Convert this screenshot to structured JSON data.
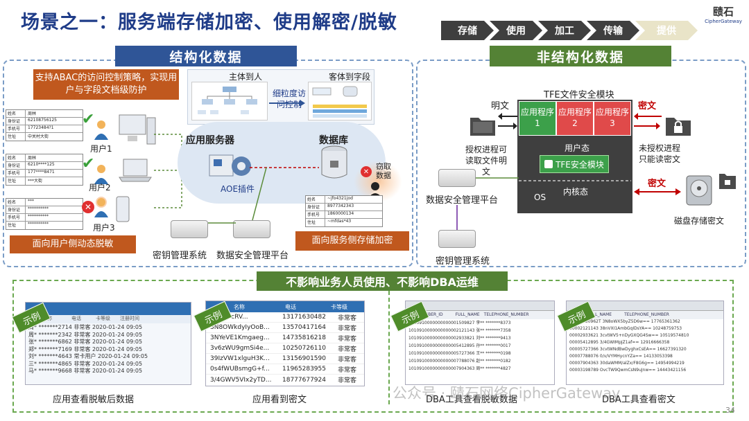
{
  "title": "场景之一：服务端存储加密、使用解密/脱敏",
  "logo": {
    "cn": "赜石",
    "en": "CipherGateway"
  },
  "flow_steps": [
    {
      "label": "存储",
      "color": "#3f3f3f"
    },
    {
      "label": "使用",
      "color": "#3f3f3f"
    },
    {
      "label": "加工",
      "color": "#3f3f3f"
    },
    {
      "label": "传输",
      "color": "#3f3f3f"
    },
    {
      "label": "提供",
      "color": "#e9e4c8"
    }
  ],
  "structured": {
    "heading": "结构化数据",
    "abac_note": "支持ABAC的访问控制策略，实现用户与字段文档级防护",
    "subject_to_person": "主体到人",
    "object_to_field": "客体到字段",
    "fine_grained": "细粒度访问控制",
    "app_server": "应用服务器",
    "database": "数据库",
    "aoe_plugin": "AOE插件",
    "steal_data": "窃取数据",
    "key_mgmt": "密钥管理系统",
    "data_sec_platform": "数据安全管理平台",
    "user_side": "面向用户侧动态脱敏",
    "server_side": "面向服务侧存储加密",
    "users": [
      {
        "label": "用户1",
        "rows": [
          [
            "姓名",
            "周林"
          ],
          [
            "身份证",
            "62108756125"
          ],
          [
            "手机号",
            "17723484?1"
          ],
          [
            "住址",
            "中关村大街"
          ]
        ]
      },
      {
        "label": "用户2",
        "rows": [
          [
            "姓名",
            "周林"
          ],
          [
            "身份证",
            "6210****125"
          ],
          [
            "手机号",
            "177****8471"
          ],
          [
            "住址",
            "***大街"
          ]
        ]
      },
      {
        "label": "用户3",
        "rows": [
          [
            "姓名",
            "***"
          ],
          [
            "身份证",
            "**********"
          ],
          [
            "手机号",
            "**********"
          ],
          [
            "住址",
            "**********"
          ]
        ]
      }
    ],
    "db_rows": [
      [
        "姓名",
        "~jfo4321jod"
      ],
      [
        "身份证",
        "8977342343"
      ],
      [
        "手机号",
        "1860000134"
      ],
      [
        "住址",
        "~mfdas*43"
      ]
    ]
  },
  "unstructured": {
    "heading": "非结构化数据",
    "tfe_title": "TFE文件安全模块",
    "plaintext": "明文",
    "ciphertext": "密文",
    "apps": [
      "应用程序1",
      "应用程序2",
      "应用程序3"
    ],
    "user_mode": "用户态",
    "tfe_module": "TFE安全模块",
    "kernel_mode": "内核态",
    "os": "OS",
    "authorized": "授权进程可读取文件明文",
    "unauthorized": "未授权进程只能读密文",
    "data_sec_platform": "数据安全管理平台",
    "key_mgmt": "密钥管理系统",
    "disk_cipher": "磁盘存储密文",
    "disk_cipher_label": "密文"
  },
  "bottom": {
    "heading": "不影响业务人员使用、不影响DBA运维",
    "example": "示例",
    "captions": [
      "应用查看脱敏后数据",
      "应用看到密文",
      "DBA工具查看脱敏数据",
      "DBA工具查看密文"
    ],
    "shot1_rows": [
      "周*   *******2714  非常客  2020-01-24 09:05",
      "周*   *******2342  非常客  2020-01-24 09:05",
      "张*   *******6862  非常客  2020-01-24 09:05",
      "郑*   *******7169  非常客  2020-01-24 09:05",
      "刘*   *******4643  常卡用户  2020-01-24 09:05",
      "三*   *******4865  非常客  2020-01-24 09:05",
      "马*   *******9668  非常客  2020-01-24 09:05"
    ],
    "shot2_header": [
      "名称",
      "电话",
      "卡等级"
    ],
    "shot2_rows": [
      [
        "VpqGbcRV...",
        "13171630482",
        "非常客"
      ],
      [
        "3N8OWkdyIyOoB...",
        "13570417164",
        "非常客"
      ],
      [
        "3NYeVE1Kmgaeg...",
        "14735816218",
        "非常客"
      ],
      [
        "3v6zWU9gmSi4e...",
        "10250726110",
        "非常客"
      ],
      [
        "39IzVW1xlguH3K...",
        "13156901590",
        "非常客"
      ],
      [
        "0s4fWUBsmgG+f...",
        "11965283955",
        "非常客"
      ],
      [
        "3/4GWV5VIx2yTD...",
        "18777677924",
        "非常客"
      ]
    ],
    "shot3_rows": [
      "1010910000000000001509827  李**  *******8373",
      "1010910000000000002121143  张**  *******7358",
      "1010910000000000002933821  刘**  *******9413",
      "1010910000000000005412895  孙**  *******0017",
      "1010910000000000005727366  王**  *******0198",
      "1010910000000000007788076  赵**  *******0182",
      "1010910000000000007904363  周**  *******4827"
    ],
    "shot4_rows": [
      "00002150962T  3N8oWX5byZ5D6w==  17765361362",
      "00002121143  38nVXI1AmbGqIDsYA==  10248759753",
      "00002933621  3cvtWV5+nDyGXQG4Sw==  10519574810",
      "00005412895  3/4GWIMpJZ1af==  12916666358",
      "00005727366  3cvtWNdBwDyghxCsEA==  16627391320",
      "00007788076  0/v/VYMHycnYZa==  14133053398",
      "00007904363  30daWMM/alZx/F8G6g==  14954994219",
      "00003198789  OvcTW9QwmCsN9uJnw==  14443421156"
    ],
    "watermark": "公众号 · 赜石网络CipherGateway",
    "page_num": "34"
  }
}
